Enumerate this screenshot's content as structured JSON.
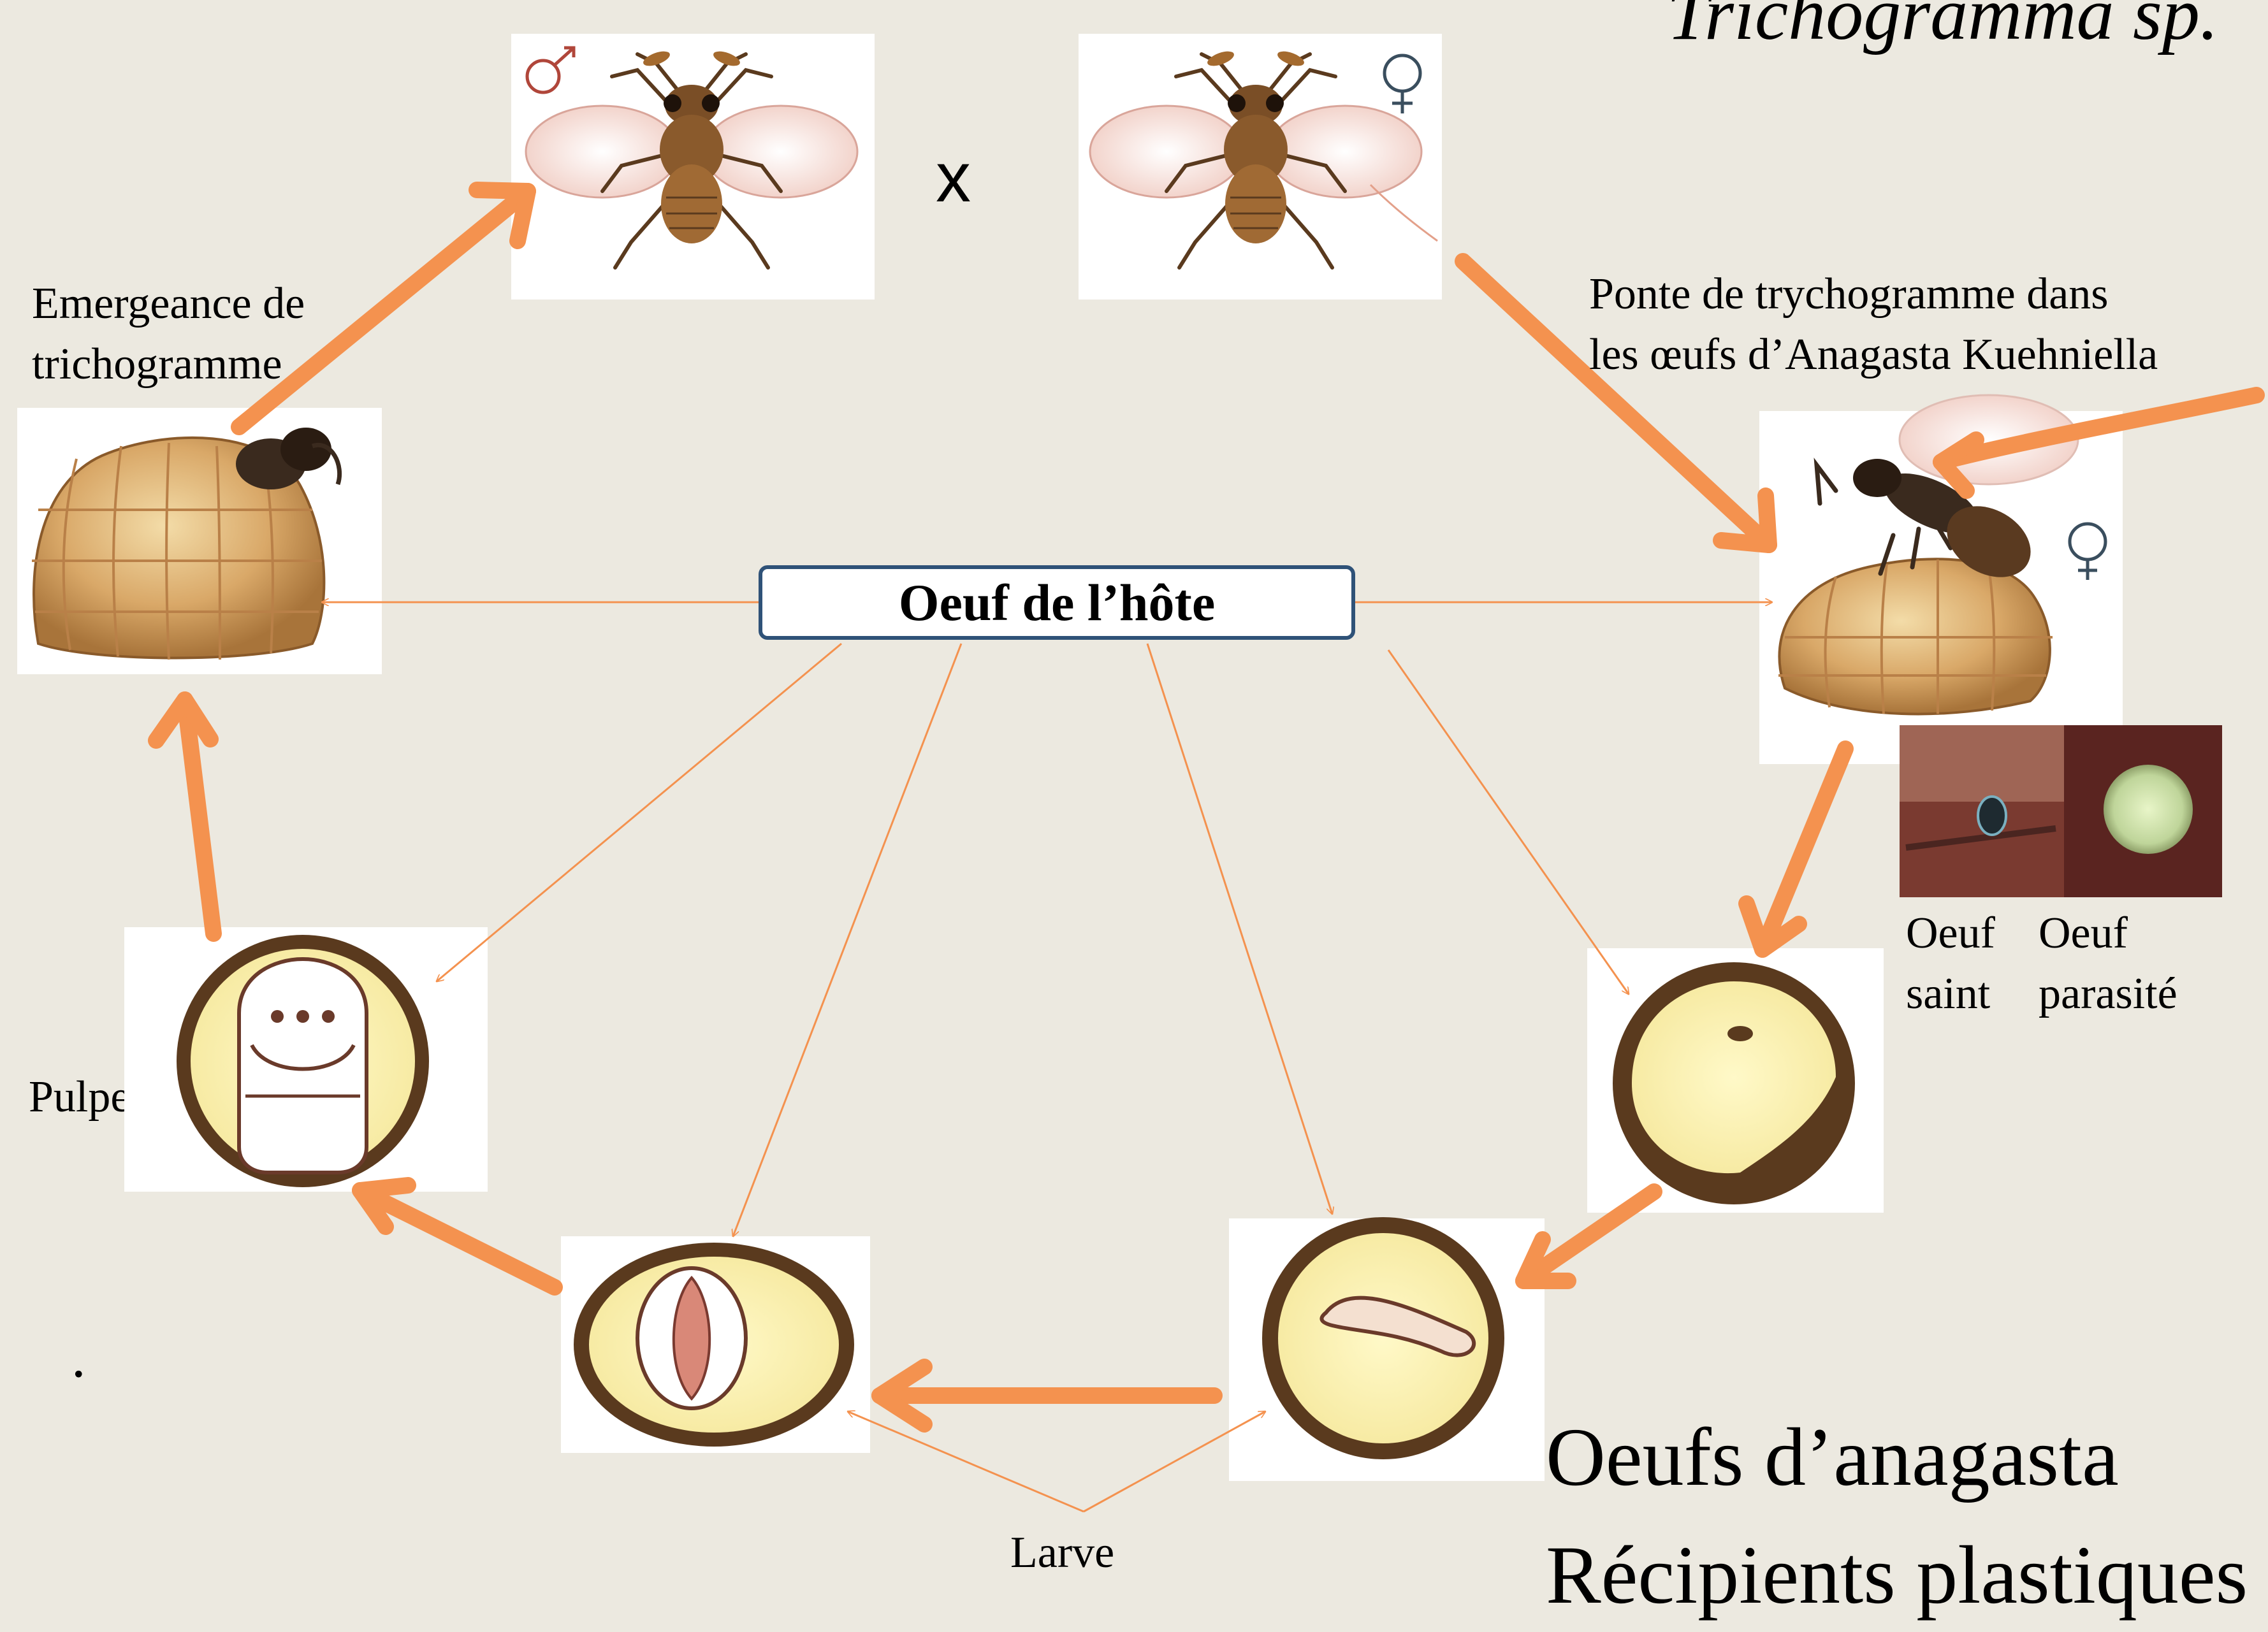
{
  "title": "Trichogramma sp.",
  "center_label": "Oeuf de l’hôte",
  "cross_symbol": "x",
  "labels": {
    "emergence": "Emergeance de\ntrichogramme",
    "ponte": "Ponte de trychogramme dans\nles œufs d’Anagasta Kuehniella",
    "oeuf_saint": "Oeuf\nsaint",
    "oeuf_parasite": "Oeuf\nparasité",
    "pulpe": "Pulpe",
    "larve": "Larve",
    "dot": "."
  },
  "bottom_right": {
    "line1": "Oeufs d’anagasta",
    "line2": "Récipients plastiques"
  },
  "colors": {
    "background": "#ECE9E0",
    "arrow": "#F4924F",
    "box_border": "#2F5278"
  },
  "icons": [
    "male-symbol-icon",
    "female-symbol-icon",
    "wasp-male-icon",
    "wasp-female-icon"
  ]
}
